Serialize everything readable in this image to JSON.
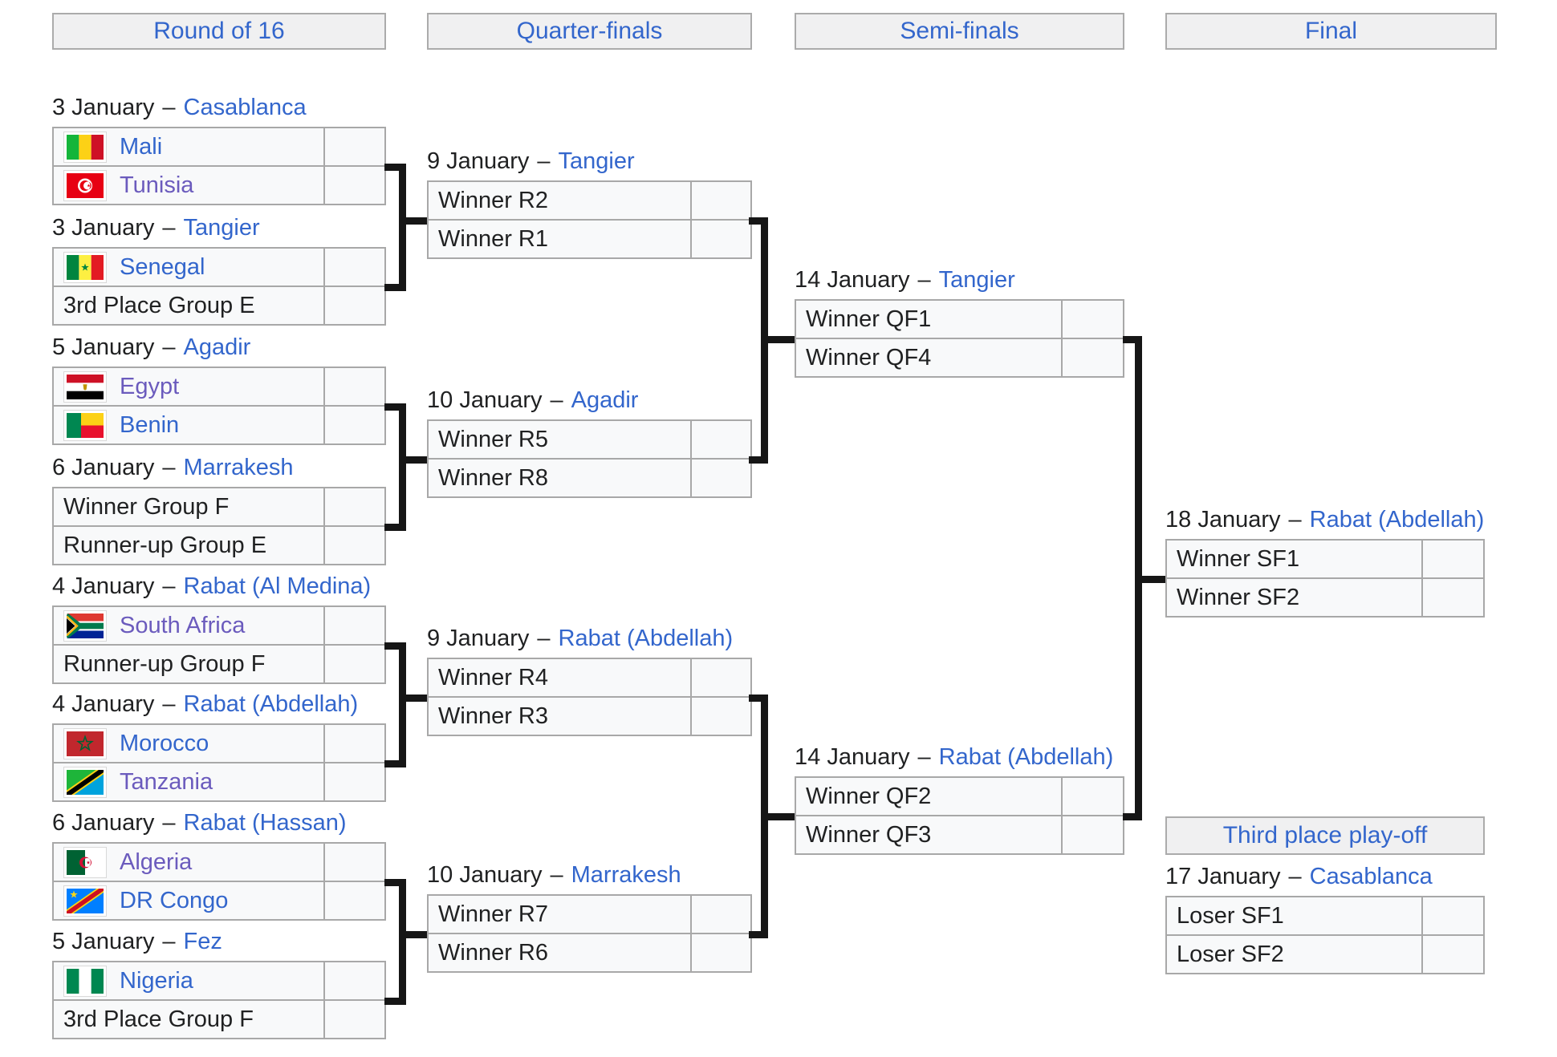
{
  "ui": {
    "date_separator": "–"
  },
  "colors": {
    "link_blue": "#3366cc",
    "link_visited": "#6b5bbd",
    "text": "#202122",
    "connector": "#161616",
    "row_background": "#f8f9fa",
    "header_background": "#f0f0f1",
    "border": "#a8a8a8"
  },
  "headers": {
    "round16": "Round of 16",
    "quarterfinals": "Quarter-finals",
    "semifinals": "Semi-finals",
    "final": "Final",
    "third_place": "Third place play-off"
  },
  "rounds": {
    "r16": [
      {
        "date": "3 January",
        "venue": "Casablanca",
        "teams": [
          {
            "name": "Mali",
            "flag": "mali",
            "score": ""
          },
          {
            "name": "Tunisia",
            "flag": "tunisia",
            "score": ""
          }
        ]
      },
      {
        "date": "3 January",
        "venue": "Tangier",
        "teams": [
          {
            "name": "Senegal",
            "flag": "senegal",
            "score": ""
          },
          {
            "name": "3rd Place Group E",
            "score": ""
          }
        ]
      },
      {
        "date": "5 January",
        "venue": "Agadir",
        "teams": [
          {
            "name": "Egypt",
            "flag": "egypt",
            "score": ""
          },
          {
            "name": "Benin",
            "flag": "benin",
            "score": ""
          }
        ]
      },
      {
        "date": "6 January",
        "venue": "Marrakesh",
        "teams": [
          {
            "name": "Winner Group F",
            "score": ""
          },
          {
            "name": "Runner-up Group E",
            "score": ""
          }
        ]
      },
      {
        "date": "4 January",
        "venue": "Rabat (Al Medina)",
        "teams": [
          {
            "name": "South Africa",
            "flag": "south-africa",
            "score": ""
          },
          {
            "name": "Runner-up Group F",
            "score": ""
          }
        ]
      },
      {
        "date": "4 January",
        "venue": "Rabat (Abdellah)",
        "teams": [
          {
            "name": "Morocco",
            "flag": "morocco",
            "score": ""
          },
          {
            "name": "Tanzania",
            "flag": "tanzania",
            "score": ""
          }
        ]
      },
      {
        "date": "6 January",
        "venue": "Rabat (Hassan)",
        "teams": [
          {
            "name": "Algeria",
            "flag": "algeria",
            "score": ""
          },
          {
            "name": "DR Congo",
            "flag": "dr-congo",
            "score": ""
          }
        ]
      },
      {
        "date": "5 January",
        "venue": "Fez",
        "teams": [
          {
            "name": "Nigeria",
            "flag": "nigeria",
            "score": ""
          },
          {
            "name": "3rd Place Group F",
            "score": ""
          }
        ]
      }
    ],
    "qf": [
      {
        "date": "9 January",
        "venue": "Tangier",
        "teams": [
          {
            "name": "Winner R2",
            "score": ""
          },
          {
            "name": "Winner R1",
            "score": ""
          }
        ]
      },
      {
        "date": "10 January",
        "venue": "Agadir",
        "teams": [
          {
            "name": "Winner R5",
            "score": ""
          },
          {
            "name": "Winner R8",
            "score": ""
          }
        ]
      },
      {
        "date": "9 January",
        "venue": "Rabat (Abdellah)",
        "teams": [
          {
            "name": "Winner R4",
            "score": ""
          },
          {
            "name": "Winner R3",
            "score": ""
          }
        ]
      },
      {
        "date": "10 January",
        "venue": "Marrakesh",
        "teams": [
          {
            "name": "Winner R7",
            "score": ""
          },
          {
            "name": "Winner R6",
            "score": ""
          }
        ]
      }
    ],
    "sf": [
      {
        "date": "14 January",
        "venue": "Tangier",
        "teams": [
          {
            "name": "Winner QF1",
            "score": ""
          },
          {
            "name": "Winner QF4",
            "score": ""
          }
        ]
      },
      {
        "date": "14 January",
        "venue": "Rabat (Abdellah)",
        "teams": [
          {
            "name": "Winner QF2",
            "score": ""
          },
          {
            "name": "Winner QF3",
            "score": ""
          }
        ]
      }
    ],
    "final": [
      {
        "date": "18 January",
        "venue": "Rabat (Abdellah)",
        "teams": [
          {
            "name": "Winner SF1",
            "score": ""
          },
          {
            "name": "Winner SF2",
            "score": ""
          }
        ]
      }
    ],
    "third": [
      {
        "date": "17 January",
        "venue": "Casablanca",
        "teams": [
          {
            "name": "Loser SF1",
            "score": ""
          },
          {
            "name": "Loser SF2",
            "score": ""
          }
        ]
      }
    ]
  }
}
